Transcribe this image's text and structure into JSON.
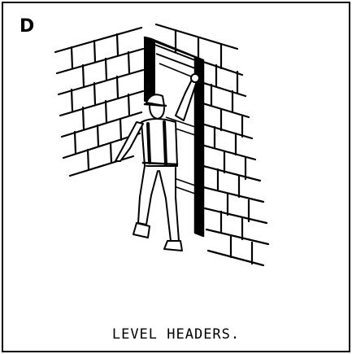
{
  "panel": {
    "step_letter": "D",
    "caption": "LEVEL HEADERS."
  },
  "colors": {
    "ink": "#000000",
    "paper": "#ffffff"
  },
  "icons": [
    "brick-wall-illustration",
    "worker-illustration",
    "door-frame-illustration"
  ]
}
